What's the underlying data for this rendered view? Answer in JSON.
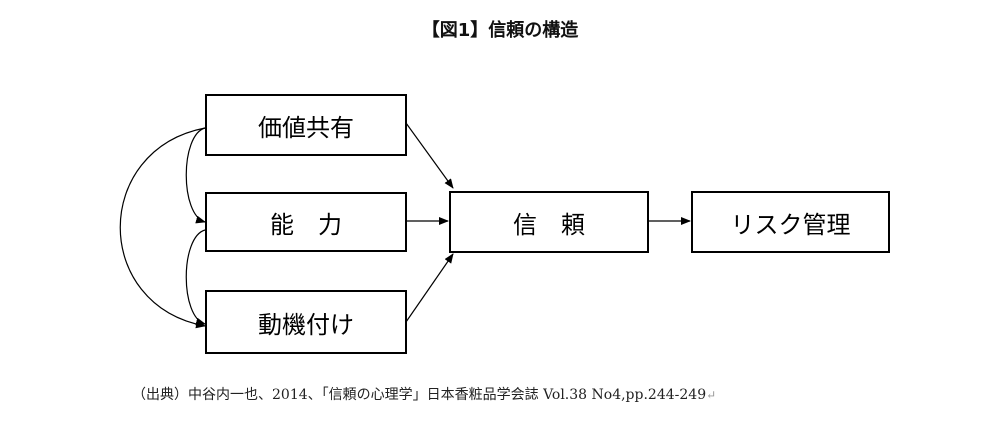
{
  "title": "【図1】信頼の構造",
  "boxes": {
    "value_sharing": "価値共有",
    "ability": "能　力",
    "motivation": "動機付け",
    "trust": "信　頼",
    "risk_management": "リスク管理"
  },
  "source": {
    "text": "（出典）中谷内一也、2014、「信頼の心理学」日本香粧品学会誌 Vol.38 No4,pp.244-249",
    "return_mark": "↵"
  }
}
